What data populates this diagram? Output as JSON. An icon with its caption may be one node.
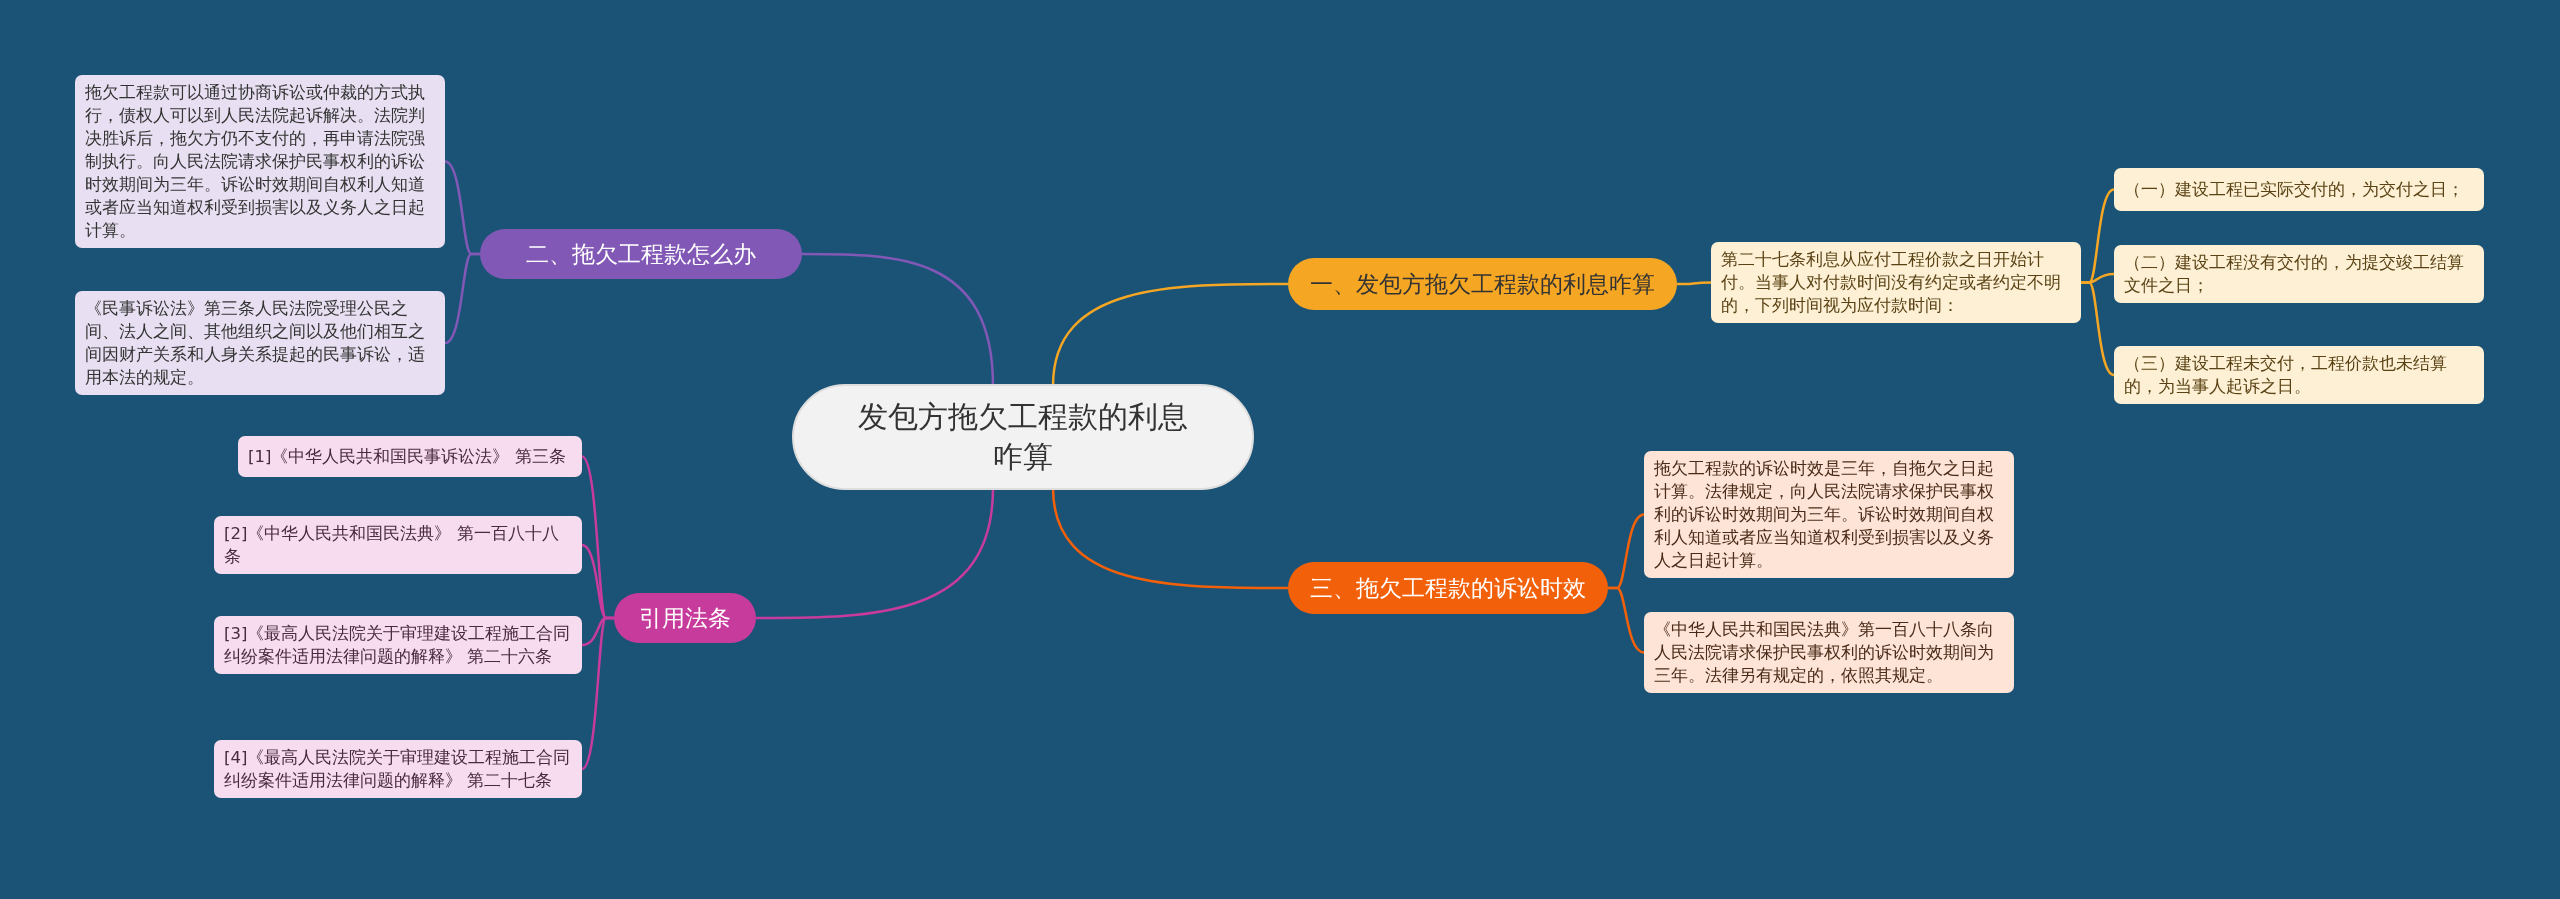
{
  "diagram": {
    "nodes": [
      {
        "text": [
          "发包方拖欠工程款的利息咋算"
        ]
      },
      {
        "text": [
          "一、发包方拖欠工程款的利息咋算"
        ]
      },
      {
        "text": [
          "第二十七条利息从应付工程价款之日开始计付。当事人对付款时间没有约定或者约定不明的，下列时间视为应付款时间："
        ]
      },
      {
        "text": [
          "（一）建设工程已实际交付的，为交付之日；"
        ]
      },
      {
        "text": [
          "（二）建设工程没有交付的，为提交竣工结算文件之日；"
        ]
      },
      {
        "text": [
          "（三）建设工程未交付，工程价款也未结算的，为当事人起诉之日。"
        ]
      },
      {
        "text": [
          "二、拖欠工程款怎么办"
        ]
      },
      {
        "text": [
          "拖欠工程款可以通过协商诉讼或仲裁的方式执行，债权人可以到人民法院起诉解决。法院判决胜诉后，拖欠方仍不支付的，再申请法院强制执行。向人民法院请求保护民事权利的诉讼时效期间为三年。诉讼时效期间自权利人知道或者应当知道权利受到损害以及义务人之日起计算。"
        ]
      },
      {
        "text": [
          "《民事诉讼法》第三条人民法院受理公民之间、法人之间、其他组织之间以及他们相互之间因财产关系和人身关系提起的民事诉讼，适用本法的规定。"
        ]
      },
      {
        "text": [
          "三、拖欠工程款的诉讼时效"
        ]
      },
      {
        "text": [
          "拖欠工程款的诉讼时效是三年，自拖欠之日起计算。法律规定，向人民法院请求保护民事权利的诉讼时效期间为三年。诉讼时效期间自权利人知道或者应当知道权利受到损害以及义务人之日起计算。"
        ]
      },
      {
        "text": [
          "《中华人民共和国民法典》第一百八十八条向人民法院请求保护民事权利的诉讼时效期间为三年。法律另有规定的，依照其规定。"
        ]
      },
      {
        "text": [
          "引用法条"
        ]
      },
      {
        "text": [
          "[1]《中华人民共和国民事诉讼法》 第三条"
        ]
      },
      {
        "text": [
          "[2]《中华人民共和国民法典》 第一百八十八条"
        ]
      },
      {
        "text": [
          "[3]《最高人民法院关于审理建设工程施工合同纠纷案件适用法律问题的解释》 第二十六条"
        ]
      },
      {
        "text": [
          "[4]《最高人民法院关于审理建设工程施工合同纠纷案件适用法律问题的解释》 第二十七条"
        ]
      }
    ],
    "edges": [
      {
        "from": 0,
        "to": 1,
        "arrow": "none",
        "color": "#f5a623"
      },
      {
        "from": 1,
        "to": 2,
        "arrow": "none",
        "color": "#f5a623"
      },
      {
        "from": 2,
        "to": 3,
        "arrow": "none",
        "color": "#f5a623"
      },
      {
        "from": 2,
        "to": 4,
        "arrow": "none",
        "color": "#f5a623"
      },
      {
        "from": 2,
        "to": 5,
        "arrow": "none",
        "color": "#f5a623"
      },
      {
        "from": 0,
        "to": 6,
        "arrow": "none",
        "color": "#8158b5"
      },
      {
        "from": 6,
        "to": 7,
        "arrow": "none",
        "color": "#8158b5"
      },
      {
        "from": 6,
        "to": 8,
        "arrow": "none",
        "color": "#8158b5"
      },
      {
        "from": 0,
        "to": 9,
        "arrow": "none",
        "color": "#f2600a"
      },
      {
        "from": 9,
        "to": 10,
        "arrow": "none",
        "color": "#f2600a"
      },
      {
        "from": 9,
        "to": 11,
        "arrow": "none",
        "color": "#f2600a"
      },
      {
        "from": 0,
        "to": 12,
        "arrow": "none",
        "color": "#c73b9c"
      },
      {
        "from": 12,
        "to": 13,
        "arrow": "none",
        "color": "#c73b9c"
      },
      {
        "from": 12,
        "to": 14,
        "arrow": "none",
        "color": "#c73b9c"
      },
      {
        "from": 12,
        "to": 15,
        "arrow": "none",
        "color": "#c73b9c"
      },
      {
        "from": 12,
        "to": 16,
        "arrow": "none",
        "color": "#c73b9c"
      }
    ]
  }
}
